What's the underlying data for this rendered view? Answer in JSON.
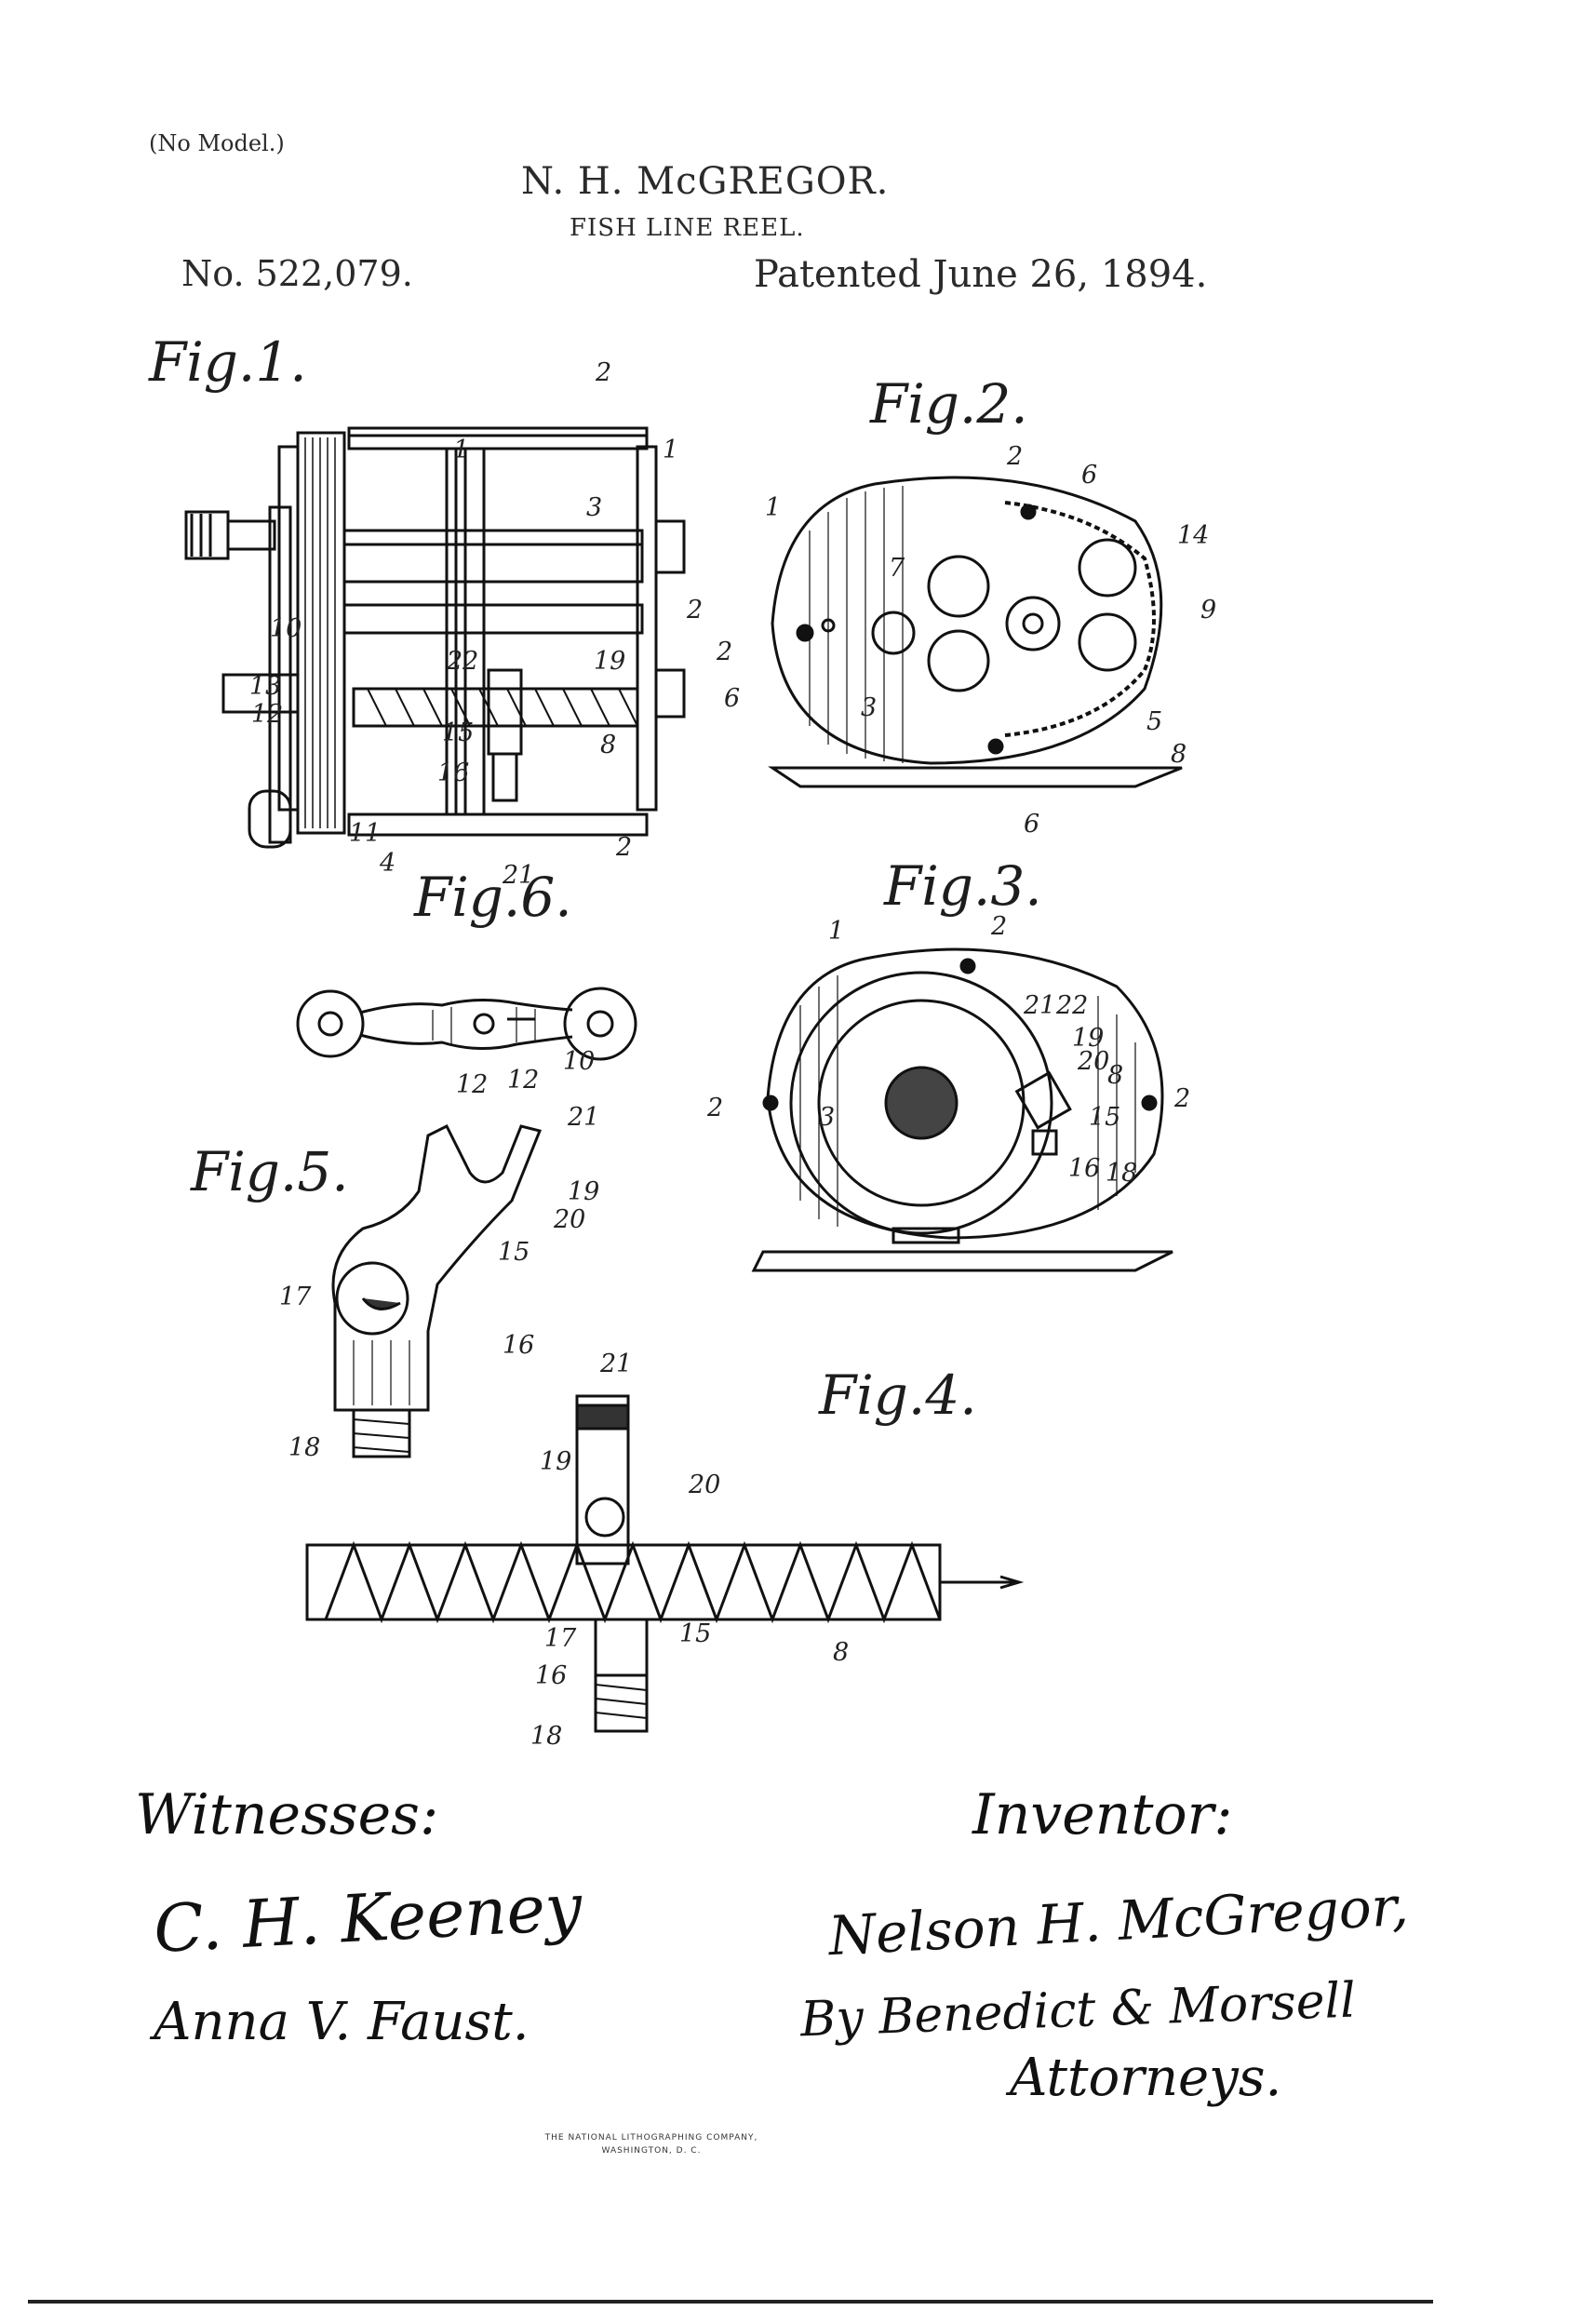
{
  "header": {
    "model_note": "(No Model.)",
    "inventor_name": "N. H. McGREGOR.",
    "title": "FISH LINE REEL.",
    "patent_number": "No. 522,079.",
    "patent_date": "Patented June 26, 1894."
  },
  "figures": {
    "fig1": "Fig.1.",
    "fig2": "Fig.2.",
    "fig3": "Fig.3.",
    "fig4": "Fig.4.",
    "fig5": "Fig.5.",
    "fig6": "Fig.6."
  },
  "reference_numerals": {
    "fig1": [
      "2",
      "1",
      "1",
      "3",
      "2",
      "10",
      "22",
      "19",
      "13",
      "12",
      "15",
      "8",
      "16",
      "11",
      "4",
      "21",
      "2"
    ],
    "fig2": [
      "2",
      "6",
      "14",
      "1",
      "7",
      "9",
      "2",
      "6",
      "3",
      "5",
      "8",
      "6"
    ],
    "fig3": [
      "1",
      "2",
      "21",
      "22",
      "19",
      "20",
      "2",
      "3",
      "8",
      "2",
      "15",
      "16",
      "18"
    ],
    "fig4": [
      "21",
      "19",
      "20",
      "17",
      "15",
      "8",
      "16",
      "18"
    ],
    "fig5": [
      "21",
      "19",
      "20",
      "15",
      "17",
      "16",
      "18"
    ],
    "fig6": [
      "12",
      "12",
      "10"
    ]
  },
  "signatures": {
    "witnesses_label": "Witnesses:",
    "witness_1": "C. H. Keeney",
    "witness_2": "Anna V. Faust.",
    "inventor_label": "Inventor:",
    "inventor_signature": "Nelson H. McGregor,",
    "attorneys_signature": "By Benedict & Morsell",
    "attorneys_label": "Attorneys."
  },
  "printer": {
    "line1": "THE NATIONAL LITHOGRAPHING COMPANY,",
    "line2": "WASHINGTON, D. C."
  }
}
